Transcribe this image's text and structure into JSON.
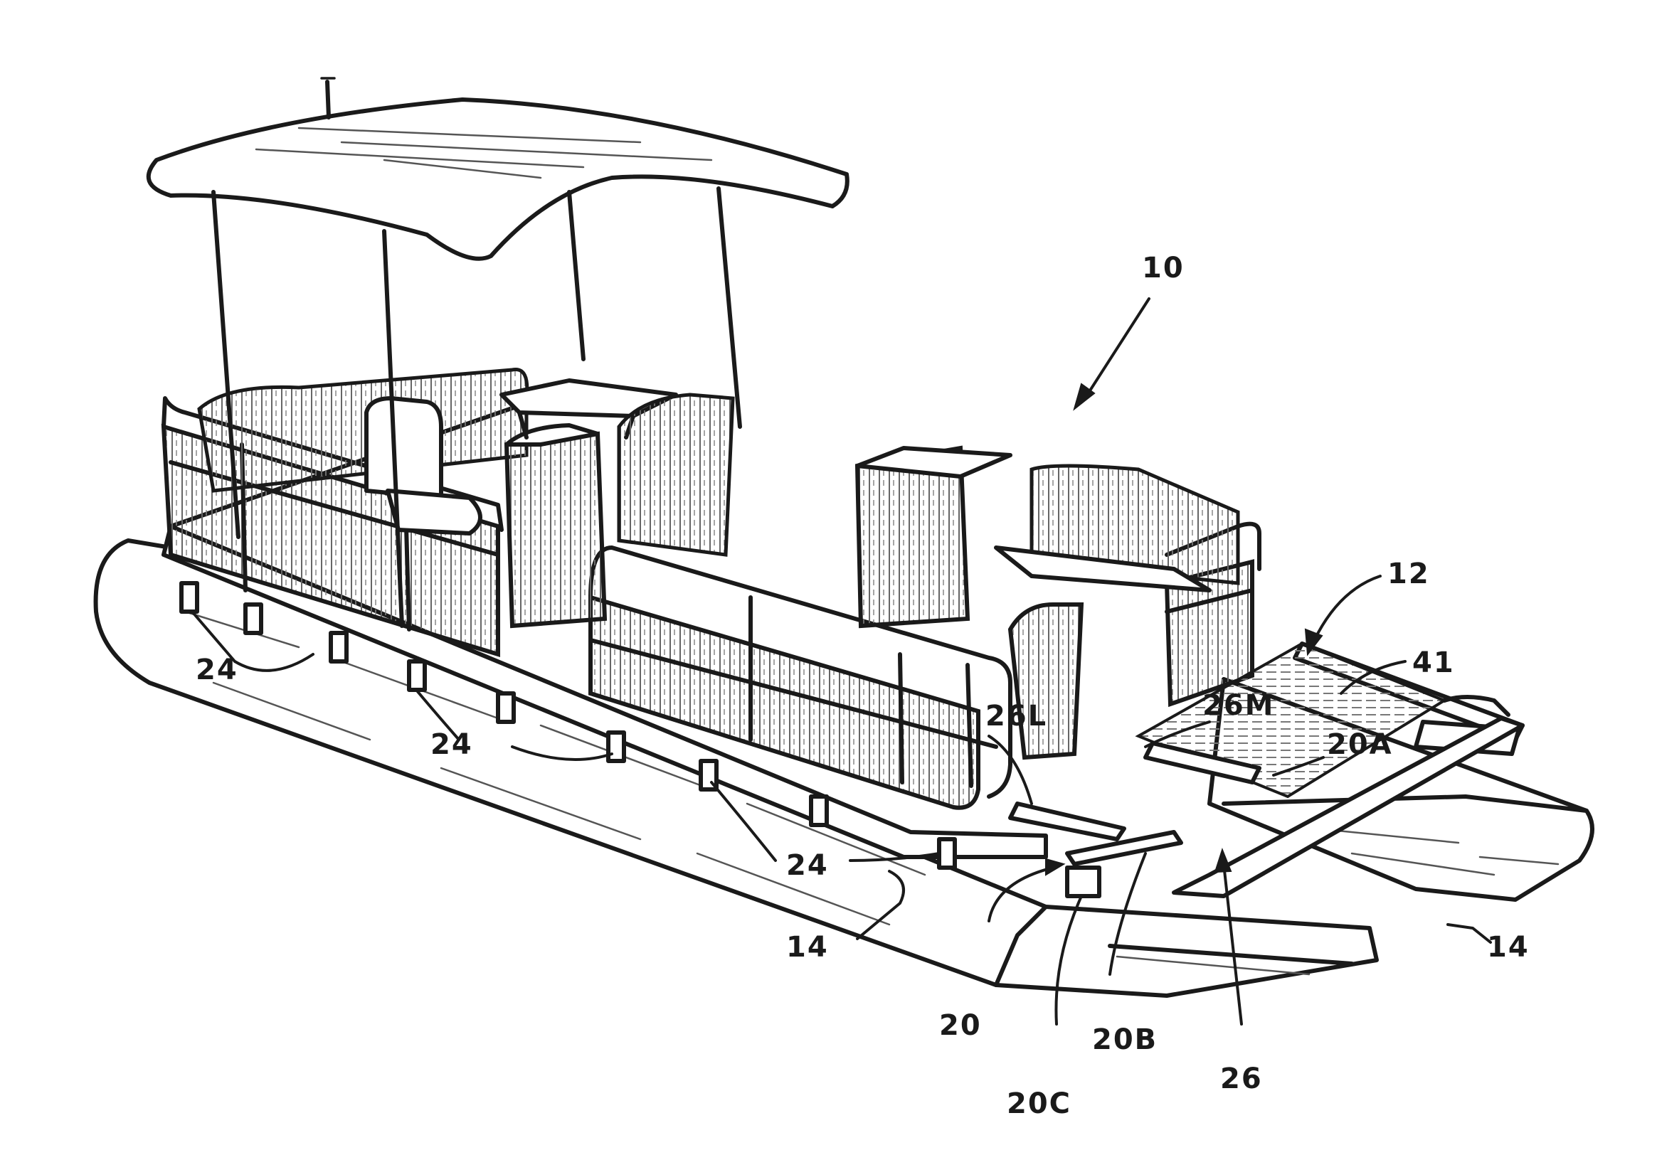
{
  "figure": {
    "colors": {
      "ink": "#1a1a1a",
      "background": "#ffffff"
    },
    "labels": {
      "boat": "10",
      "lift_assembly": "12",
      "pontoon_left": "14",
      "pontoon_right": "14",
      "bracket_group_1": "24",
      "bracket_group_2": "24",
      "bracket_group_3": "24",
      "track": "20",
      "track_a": "20A",
      "track_b": "20B",
      "track_c": "20C",
      "platform": "26",
      "platform_l": "26L",
      "platform_m": "26M",
      "frame": "41"
    }
  }
}
